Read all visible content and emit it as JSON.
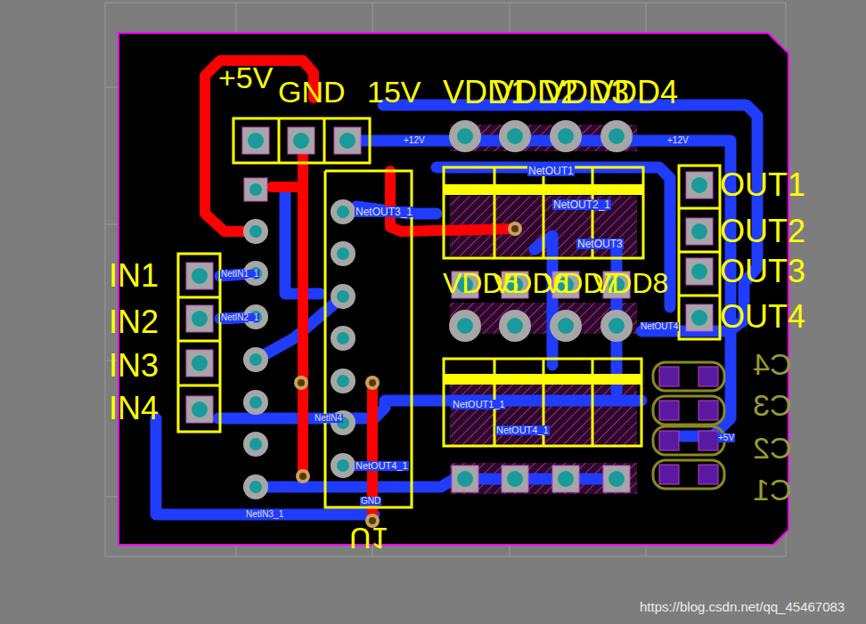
{
  "diagram": {
    "labels": [
      "+5V",
      "GND",
      "15V",
      "VDD1",
      "VDD2",
      "VDD3",
      "VDD4",
      "OUT1",
      "OUT2",
      "OUT3",
      "OUT4",
      "IN1",
      "IN2",
      "IN3",
      "IN4",
      "VDD5",
      "VDD6",
      "VDD7",
      "VDD8",
      "C4",
      "C3",
      "C2",
      "C1",
      "U1",
      "NetOUT1",
      "NetOUT2_1",
      "NetOUT3",
      "NetOUT4",
      "NetOUT1_1",
      "NetOUT4_1",
      "NetOUT3_1",
      "NetOUT4_1",
      "NetIN1_1",
      "NetIN2_1",
      "NetIN3_1",
      "NetIN4",
      "+12V",
      "+12V",
      "+5V",
      "GND",
      "https://blog.csdn.net/qq_45467083"
    ]
  }
}
